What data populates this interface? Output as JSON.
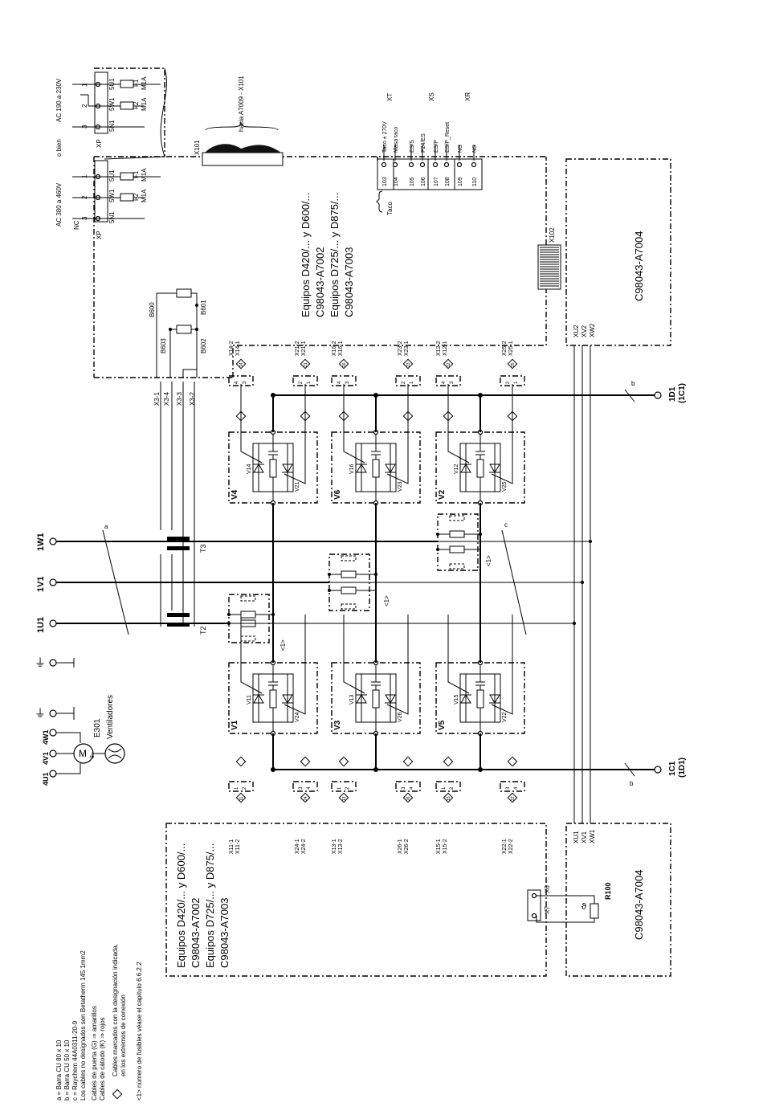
{
  "legend": {
    "lines": [
      "a = Barra CU 80 x 10",
      "b = Barra CU 50 x 10",
      "c = Raychem 44A0311-20-9",
      "Los cables no designados son Betatherm 145  1mm2",
      "Cables de puerta (G)  ⇒  amarillos",
      "Cables de cátodo (K)  ⇒  rojos"
    ],
    "diamond_note": [
      "Cables marcados con la designación indicada,",
      "en los extremos de conexión"
    ],
    "fuse_note": "<1> número de fusibles véase el capítulo 6.6.2.2"
  },
  "supply": {
    "option_low": "AC 190 a  230V",
    "option_or": "o bien",
    "option_high": "AC 380 a 460V",
    "nc": "NC",
    "connector": "XP",
    "terms": [
      "1",
      "2",
      "3"
    ],
    "wires": [
      "5U1",
      "5W1",
      "5N1"
    ],
    "fuses": [
      "F1",
      "F2"
    ],
    "fuse_rating": "M1A"
  },
  "cable_x101": {
    "label": "X101",
    "note": "hacia A7009 - X101"
  },
  "cable_x102": {
    "label": "X102"
  },
  "tach": {
    "group_label": "Taco",
    "terminals": [
      "103",
      "104",
      "105",
      "106",
      "107",
      "108",
      "109",
      "110"
    ],
    "signals": [
      "Taco ± 270V",
      "Masa taco",
      "ES/S",
      "P24/ES",
      "ES/P",
      "ES/P_Reset",
      "NS",
      "NS"
    ],
    "groups": [
      "XT",
      "XS",
      "XR"
    ]
  },
  "board_top": {
    "lines": [
      "Equipos D420/...  y D600/...",
      "C98043-A7002",
      "Equipos D725/...  y D875/...",
      "C98043-A7003"
    ]
  },
  "board_top_right": "C98043-A7004",
  "board_bottom": {
    "lines": [
      "Equipos D420/...  y D600/...",
      "C98043-A7002",
      "Equipos D725/...  y D875/...",
      "C98043-A7003"
    ]
  },
  "board_bottom_right": "C98043-A7004",
  "current_sensing": {
    "resistors": [
      "B600",
      "B601",
      "B602",
      "B603"
    ],
    "terminals": [
      "X3-1",
      "X3-4",
      "X3-3",
      "X3-2"
    ],
    "transformers": [
      "T2",
      "T3"
    ]
  },
  "phases": [
    "1U1",
    "1V1",
    "1W1"
  ],
  "dc_out_top": [
    "1D1",
    "(1C1)"
  ],
  "dc_out_bottom": [
    "1C1",
    "(1D1)"
  ],
  "bus_labels": {
    "a": "a",
    "b": "b",
    "c": "c"
  },
  "fuse_count_ref": "<1>",
  "fan": {
    "terms": [
      "4U1",
      "4V1",
      "4W1"
    ],
    "name": "E301",
    "label": "Ventiladores",
    "motor": "M",
    "phase": "3~"
  },
  "motor_terminals": [
    "XU1",
    "XV1",
    "XW1"
  ],
  "motor_terminals_top": [
    "XU2",
    "XV2",
    "XW2"
  ],
  "thyristors_upper": [
    {
      "module": "V4",
      "gate": "V14",
      "anti": "V21",
      "conn_top": [
        "X14-2",
        "X14-1"
      ],
      "conn_bot": [
        "X21-2",
        "X21-1"
      ],
      "nums": [
        "14",
        "21"
      ]
    },
    {
      "module": "V6",
      "gate": "V16",
      "anti": "V23",
      "conn_top": [
        "X16-2",
        "X16-1"
      ],
      "conn_bot": [
        "X23-2",
        "X23-1"
      ],
      "nums": [
        "16",
        "23"
      ]
    },
    {
      "module": "V2",
      "gate": "V12",
      "anti": "V25",
      "conn_top": [
        "X12-2",
        "X12-1"
      ],
      "conn_bot": [
        "X25-2",
        "X25-1"
      ],
      "nums": [
        "12",
        "25"
      ]
    }
  ],
  "thyristors_lower": [
    {
      "module": "V1",
      "gate": "V11",
      "anti": "V24",
      "conn_top": [
        "X11-1",
        "X11-2"
      ],
      "conn_bot": [
        "X24-1",
        "X24-2"
      ],
      "nums": [
        "11",
        "24"
      ]
    },
    {
      "module": "V3",
      "gate": "V13",
      "anti": "V26",
      "conn_top": [
        "X13-1",
        "X13-2"
      ],
      "conn_bot": [
        "X26-1",
        "X26-2"
      ],
      "nums": [
        "13",
        "26"
      ]
    },
    {
      "module": "V5",
      "gate": "V15",
      "anti": "V22",
      "conn_top": [
        "X15-1",
        "X15-2"
      ],
      "conn_bot": [
        "X22-1",
        "X22-2"
      ],
      "nums": [
        "15",
        "22"
      ]
    }
  ],
  "thermo": {
    "connectors": [
      "X6",
      "X7"
    ],
    "resistor": "R100",
    "symbol": "ϑ"
  },
  "pin_labels": [
    "1",
    "2",
    "3",
    "4"
  ],
  "earth_symbol": "⏚"
}
